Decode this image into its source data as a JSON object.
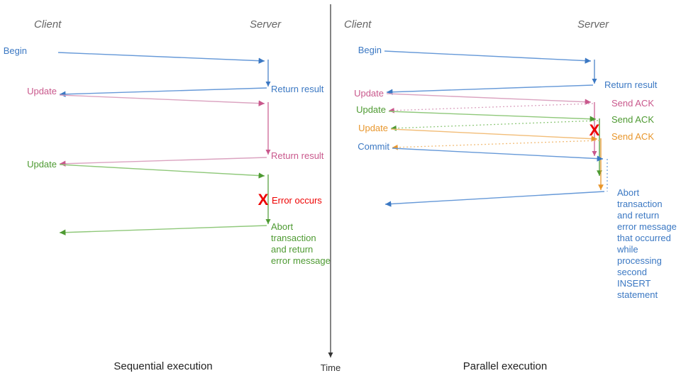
{
  "colors": {
    "blue": "#3b78c3",
    "blue_light": "#7ba7dd",
    "pink": "#c9588c",
    "pink_light": "#dba3c0",
    "green": "#4e9a32",
    "green_light": "#8fc87a",
    "orange": "#e8962c",
    "orange_light": "#f2bd78",
    "red": "#ee0000",
    "gray": "#666666",
    "black": "#222222"
  },
  "time_axis": {
    "label": "Time"
  },
  "left_panel": {
    "caption": "Sequential execution",
    "lanes": {
      "client": "Client",
      "server": "Server"
    },
    "messages": [
      {
        "id": "begin",
        "label": "Begin",
        "color": "blue",
        "side": "client"
      },
      {
        "id": "ret1",
        "label": "Return result",
        "color": "blue",
        "side": "server"
      },
      {
        "id": "update1",
        "label": "Update",
        "color": "pink",
        "side": "client"
      },
      {
        "id": "ret2",
        "label": "Return result",
        "color": "pink",
        "side": "server"
      },
      {
        "id": "update2",
        "label": "Update",
        "color": "green",
        "side": "client"
      },
      {
        "id": "error",
        "label": "Error occurs",
        "color": "red",
        "side": "server"
      }
    ],
    "abort_note": {
      "color": "green",
      "lines": [
        "Abort",
        "transaction",
        "and return",
        "error message"
      ]
    },
    "error_marker": "X"
  },
  "right_panel": {
    "caption": "Parallel execution",
    "lanes": {
      "client": "Client",
      "server": "Server"
    },
    "messages": [
      {
        "id": "begin",
        "label": "Begin",
        "color": "blue",
        "side": "client"
      },
      {
        "id": "ret1",
        "label": "Return result",
        "color": "blue",
        "side": "server"
      },
      {
        "id": "update1",
        "label": "Update",
        "color": "pink",
        "side": "client"
      },
      {
        "id": "ack1",
        "label": "Send ACK",
        "color": "pink",
        "side": "server"
      },
      {
        "id": "update2",
        "label": "Update",
        "color": "green",
        "side": "client"
      },
      {
        "id": "ack2",
        "label": "Send ACK",
        "color": "green",
        "side": "server"
      },
      {
        "id": "update3",
        "label": "Update",
        "color": "orange",
        "side": "client"
      },
      {
        "id": "ack3",
        "label": "Send ACK",
        "color": "orange",
        "side": "server"
      },
      {
        "id": "commit",
        "label": "Commit",
        "color": "blue",
        "side": "client"
      }
    ],
    "abort_note": {
      "color": "blue",
      "lines": [
        "Abort",
        "transaction",
        "and return",
        "error message",
        "that occurred",
        "while",
        "processing",
        "second",
        "INSERT",
        "statement"
      ]
    },
    "error_marker": "X"
  }
}
